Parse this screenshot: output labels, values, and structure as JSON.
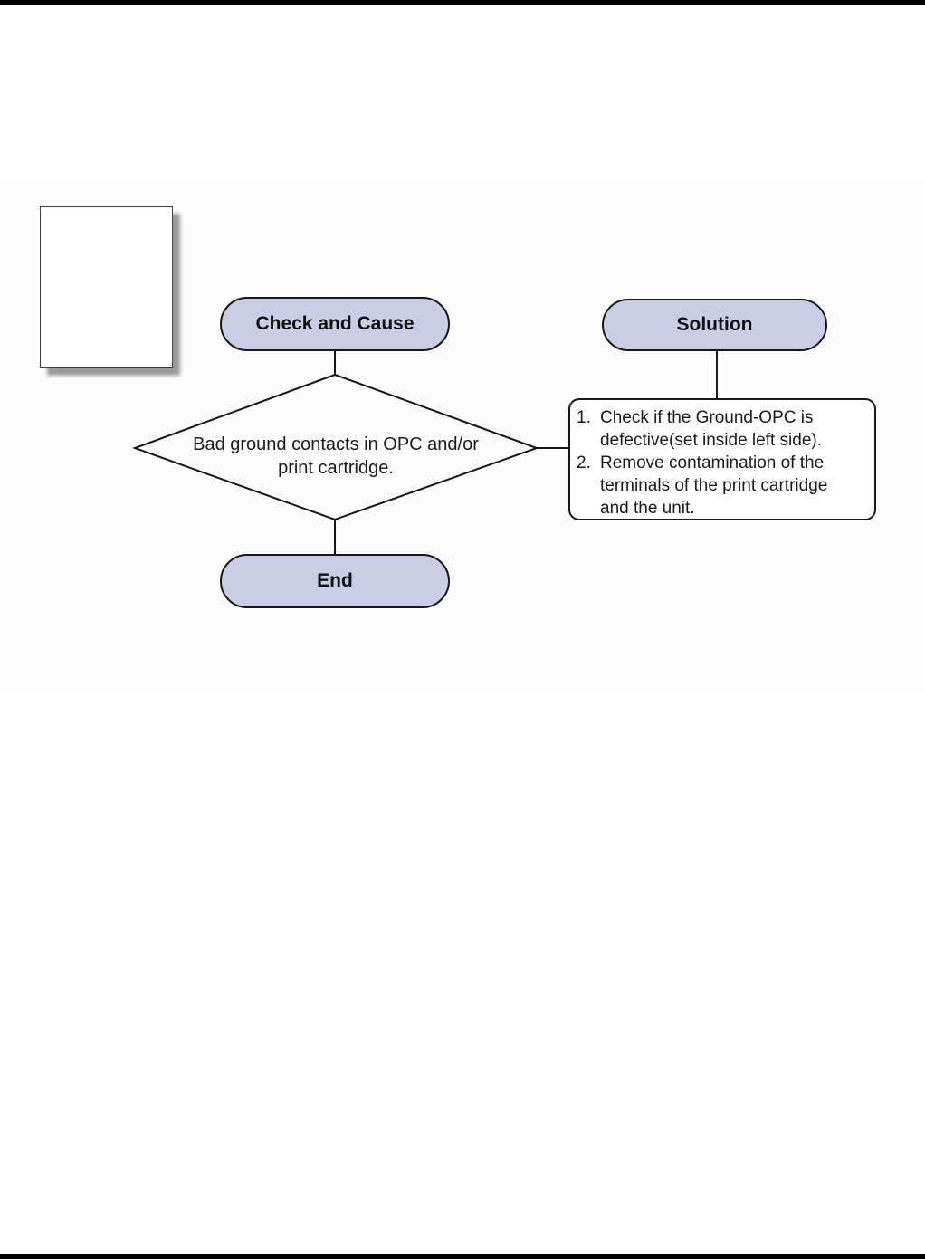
{
  "flowchart": {
    "check_cause_label": "Check and Cause",
    "solution_label": "Solution",
    "end_label": "End",
    "diamond": {
      "lines": [
        "Bad ground contacts in OPC and/or",
        "print cartridge."
      ]
    },
    "solution_box": {
      "items": [
        {
          "number": "1.",
          "lines": [
            "Check if the Ground-OPC is",
            "defective(set inside left side)."
          ]
        },
        {
          "number": "2.",
          "lines": [
            "Remove contamination of the",
            "terminals of the print cartridge",
            "and the unit."
          ]
        }
      ]
    }
  },
  "colors": {
    "pill_fill": "#cbcde6",
    "outline": "#161616",
    "band": "#fcfcfd",
    "paper_shadow": "#9a9a9a",
    "bar": "#000000"
  }
}
